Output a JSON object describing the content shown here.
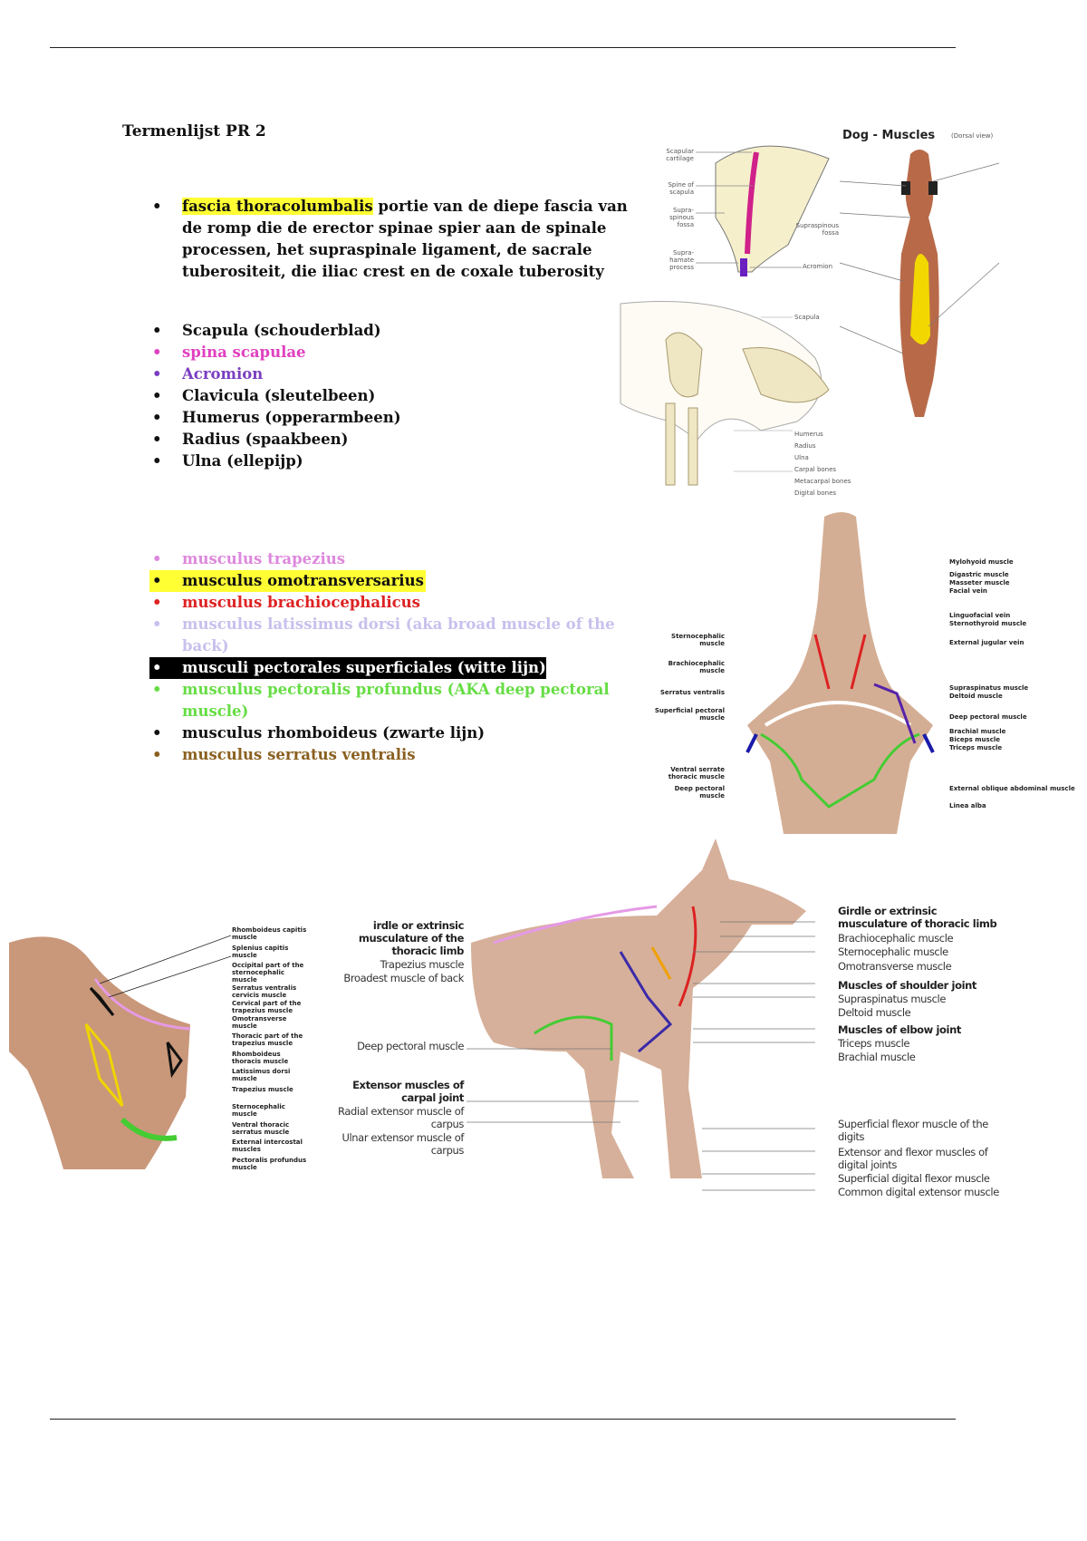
{
  "title": "Termenlijst PR 2",
  "fascia": {
    "term": "fascia thoracolumbalis",
    "description": " portie van de diepe fascia van de romp die de erector spinae spier aan de spinale processen, het supraspinale ligament, de sacrale tuberositeit, die iliac crest en de coxale tuberosity"
  },
  "bones": [
    {
      "label": "Scapula (schouderblad)",
      "color": "#111111"
    },
    {
      "label": "spina scapulae",
      "color": "#e040c0"
    },
    {
      "label": "Acromion",
      "color": "#7a3fc0"
    },
    {
      "label": "Clavicula (sleutelbeen)",
      "color": "#111111"
    },
    {
      "label": "Humerus (opperarmbeen)",
      "color": "#111111"
    },
    {
      "label": "Radius (spaakbeen)",
      "color": "#111111"
    },
    {
      "label": "Ulna (ellepijp)",
      "color": "#111111"
    }
  ],
  "muscles": [
    {
      "label": "musculus trapezius",
      "color": "#dd88dd"
    },
    {
      "label": "musculus omotransversarius",
      "color": "#111111",
      "highlight": "yellow"
    },
    {
      "label": "musculus brachiocephalicus",
      "color": "#dd2222"
    },
    {
      "label": "musculus latissimus dorsi (aka broad muscle of the back)",
      "color": "#c8c0ec"
    },
    {
      "label": "musculi pectorales superficiales (witte lijn)",
      "color": "#ffffff",
      "highlight": "black"
    },
    {
      "label": "musculus pectoralis profundus (AKA deep pectoral muscle)",
      "color": "#66dd44"
    },
    {
      "label": "musculus rhomboideus (zwarte lijn)",
      "color": "#111111"
    },
    {
      "label": "musculus serratus ventralis",
      "color": "#8a6020"
    }
  ],
  "figures": {
    "scapula": {
      "labels": [
        "Scapular cartilage",
        "Spine of scapula",
        "Supra-spinous fossa",
        "Supra-hamate process",
        "Supraspinous fossa",
        "Acromion"
      ]
    },
    "dog_dorsal": {
      "title": "Dog - Muscles",
      "subtitle": "(Dorsal view)"
    },
    "pig_skeleton": {
      "labels": [
        "Scapula",
        "Humerus",
        "Radius",
        "Ulna",
        "Carpal bones",
        "Metacarpal bones",
        "Digital bones"
      ]
    },
    "dog_ventral": {
      "left_labels": [
        "Sternocephalic muscle",
        "Brachiocephalic muscle",
        "Serratus ventralis",
        "Superficial pectoral muscle",
        "Ventral serrate thoracic muscle",
        "Deep pectoral muscle"
      ],
      "right_labels": [
        "Mylohyoid muscle",
        "Digastric muscle",
        "Masseter muscle",
        "Facial vein",
        "Linguofacial vein",
        "Sternothyroid muscle",
        "External jugular vein",
        "Supraspinatus muscle",
        "Deltoid muscle",
        "Deep pectoral muscle",
        "Brachial muscle",
        "Biceps muscle",
        "Triceps muscle",
        "External oblique abdominal muscle",
        "Linea alba"
      ]
    },
    "neck_lateral": {
      "labels": [
        "Rhomboideus capitis muscle",
        "Splenius capitis muscle",
        "Occipital part of the sternocephalic muscle",
        "Serratus ventralis cervicis muscle",
        "Cervical part of the trapezius muscle",
        "Omotransverse muscle",
        "Thoracic part of the trapezius muscle",
        "Rhomboideus thoracis muscle",
        "Latissimus dorsi muscle",
        "Trapezius muscle",
        "Sternocephalic muscle",
        "Ventral thoracic serratus muscle",
        "External intercostal muscles",
        "Pectoralis profundus muscle"
      ]
    },
    "dog_lateral": {
      "left_group": [
        {
          "text": "irdle or extrinsic musculature of the thoracic limb",
          "bold": true
        },
        {
          "text": "Trapezius muscle"
        },
        {
          "text": "Broadest muscle of back"
        },
        {
          "text": "Deep pectoral muscle"
        },
        {
          "text": "Extensor muscles of carpal joint",
          "bold": true
        },
        {
          "text": "Radial extensor muscle of carpus"
        },
        {
          "text": "Ulnar extensor muscle of carpus"
        }
      ],
      "right_group": [
        {
          "text": "Girdle or extrinsic musculature of thoracic limb",
          "bold": true
        },
        {
          "text": "Brachiocephalic muscle"
        },
        {
          "text": "Sternocephalic muscle"
        },
        {
          "text": "Omotransverse muscle"
        },
        {
          "text": "Muscles of shoulder joint",
          "bold": true
        },
        {
          "text": "Supraspinatus muscle"
        },
        {
          "text": "Deltoid muscle"
        },
        {
          "text": "Muscles of elbow joint",
          "bold": true
        },
        {
          "text": "Triceps muscle"
        },
        {
          "text": "Brachial muscle"
        },
        {
          "text": "Superficial flexor muscle of the digits"
        },
        {
          "text": "Extensor and flexor muscles of digital joints"
        },
        {
          "text": "Superficial digital flexor muscle"
        },
        {
          "text": "Common digital extensor muscle"
        }
      ]
    }
  }
}
